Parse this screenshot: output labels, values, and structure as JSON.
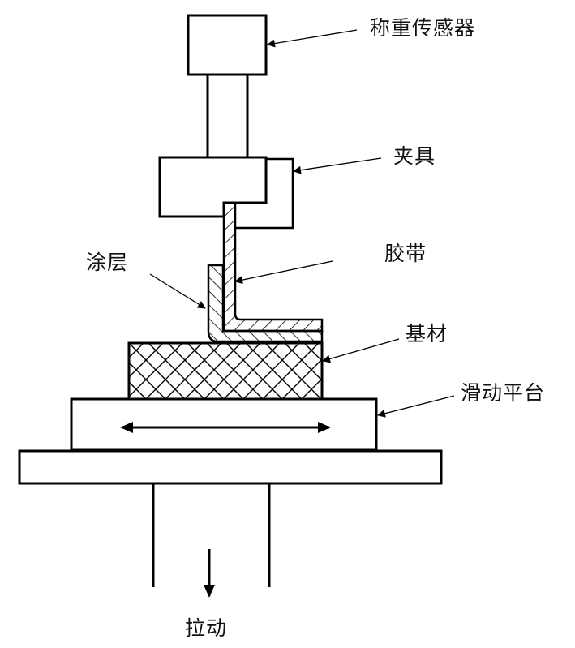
{
  "labels": {
    "sensor": "称重传感器",
    "clamp": "夹具",
    "coating": "涂层",
    "tape": "胶带",
    "substrate": "基材",
    "platform": "滑动平台",
    "pull": "拉动"
  },
  "colors": {
    "stroke": "#000000",
    "background": "#ffffff"
  }
}
